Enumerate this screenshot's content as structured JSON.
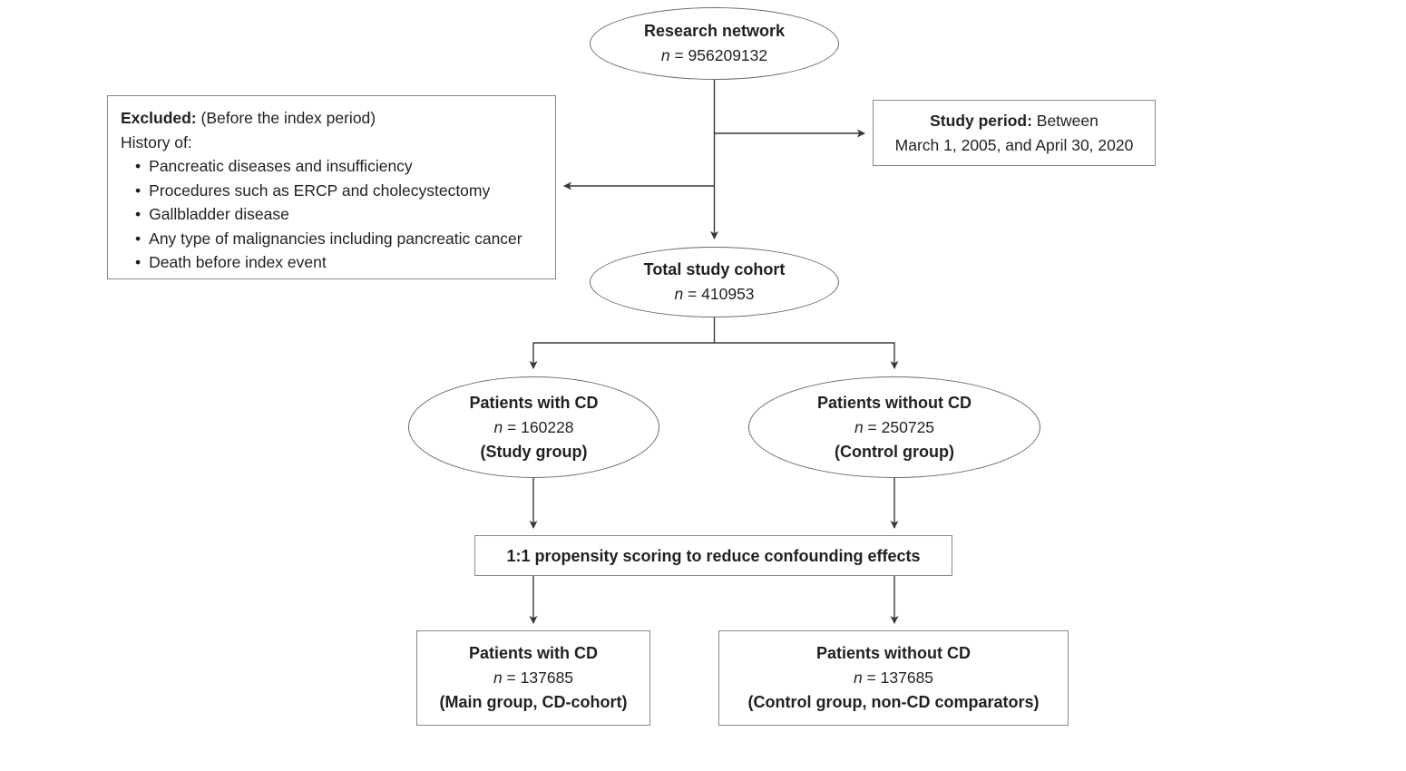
{
  "diagram": {
    "research": {
      "title": "Research network",
      "var": "n",
      "eq": " = ",
      "value": "956209132"
    },
    "excluded": {
      "label_bold": "Excluded:",
      "label_rest": " (Before the index period)",
      "line2": "History of:",
      "bullet": "•",
      "items": [
        "Pancreatic diseases and insufficiency",
        "Procedures such as ERCP and cholecystectomy",
        "Gallbladder disease",
        "Any type of malignancies including pancreatic cancer",
        "Death before index event"
      ]
    },
    "study_period": {
      "label_bold": "Study period:",
      "line1_rest": " Between",
      "line2": "March 1, 2005, and April 30, 2020"
    },
    "total": {
      "title": "Total study cohort",
      "var": "n",
      "eq": " = ",
      "value": "410953"
    },
    "cd": {
      "title": "Patients with CD",
      "var": "n",
      "eq": " = ",
      "value": "160228",
      "subtitle": "(Study group)"
    },
    "non_cd": {
      "title": "Patients without CD",
      "var": "n",
      "eq": " = ",
      "value": "250725",
      "subtitle": "(Control group)"
    },
    "propensity": {
      "label": "1:1 propensity scoring to reduce confounding effects"
    },
    "main_group": {
      "title": "Patients with CD",
      "var": "n",
      "eq": " = ",
      "value": "137685",
      "subtitle": "(Main group, CD-cohort)"
    },
    "control_group": {
      "title": "Patients without CD",
      "var": "n",
      "eq": " = ",
      "value": "137685",
      "subtitle": "(Control group, non-CD comparators)"
    }
  },
  "colors": {
    "text": "#231f20",
    "box_border": "#8a8687",
    "ellipse_border": "#6e6a6b",
    "arrow": "#3b3637",
    "background": "#ffffff"
  }
}
